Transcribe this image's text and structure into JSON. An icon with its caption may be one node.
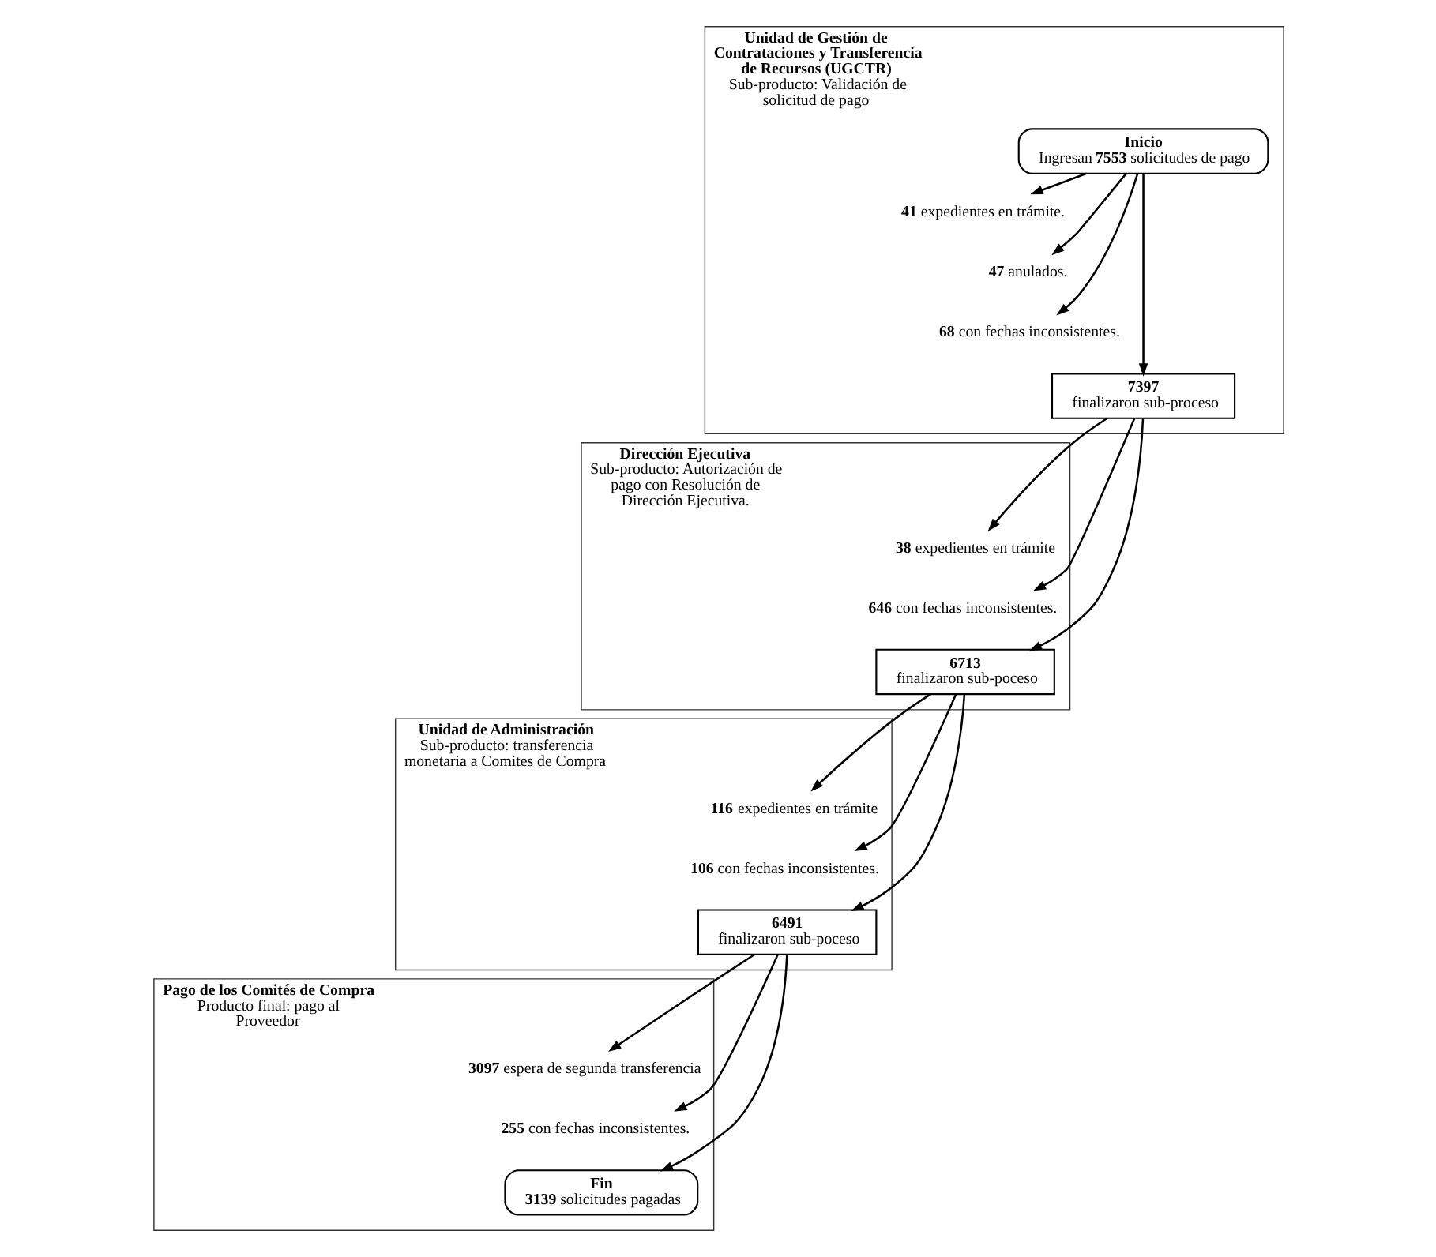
{
  "diagram": {
    "nodes": [
      {
        "text": [
          "Unidad de Gestión de Contrataciones y Transferencia de Recursos (UGCTR)",
          "Sub-producto: Validación de solicitud de pago"
        ]
      },
      {
        "text": [
          "Inicio",
          "Ingresan **7553** solicitudes de pago"
        ],
        "in": 0
      },
      {
        "text": [
          "**41** expedientes en trámite."
        ],
        "in": 0
      },
      {
        "text": [
          "**47** anulados."
        ],
        "in": 0
      },
      {
        "text": [
          "**68** con fechas inconsistentes."
        ],
        "in": 0
      },
      {
        "text": [
          "7397",
          "finalizaron sub-proceso"
        ],
        "in": 0
      },
      {
        "text": [
          "Dirección Ejecutiva",
          "Sub-producto: Autorización de pago con Resolución de Dirección Ejecutiva."
        ]
      },
      {
        "text": [
          "**38** expedientes en trámite"
        ],
        "in": 6
      },
      {
        "text": [
          "**646** con fechas inconsistentes."
        ],
        "in": 6
      },
      {
        "text": [
          "6713",
          "finalizaron sub-poceso"
        ],
        "in": 6
      },
      {
        "text": [
          "Unidad de Administración",
          "Sub-producto: transferencia monetaria a Comites de Compra"
        ]
      },
      {
        "text": [
          "**116** expedientes en trámite"
        ],
        "in": 10
      },
      {
        "text": [
          "**106** con fechas inconsistentes."
        ],
        "in": 10
      },
      {
        "text": [
          "6491",
          "finalizaron sub-poceso"
        ],
        "in": 10
      },
      {
        "text": [
          "Pago de los Comités de Compra",
          "Producto final: pago al Proveedor"
        ]
      },
      {
        "text": [
          "**3097** espera de segunda transferencia"
        ],
        "in": 14
      },
      {
        "text": [
          "**255** con fechas inconsistentes."
        ],
        "in": 14
      },
      {
        "text": [
          "Fin",
          "**3139** solicitudes pagadas"
        ],
        "in": 14
      }
    ],
    "edges": [
      {
        "from": 1,
        "to": 2,
        "arrow": "to"
      },
      {
        "from": 1,
        "to": 3,
        "arrow": "to"
      },
      {
        "from": 1,
        "to": 4,
        "arrow": "to"
      },
      {
        "from": 1,
        "to": 5,
        "arrow": "to"
      },
      {
        "from": 5,
        "to": 7,
        "arrow": "to"
      },
      {
        "from": 5,
        "to": 8,
        "arrow": "to"
      },
      {
        "from": 5,
        "to": 9,
        "arrow": "to"
      },
      {
        "from": 9,
        "to": 11,
        "arrow": "to"
      },
      {
        "from": 9,
        "to": 12,
        "arrow": "to"
      },
      {
        "from": 9,
        "to": 13,
        "arrow": "to"
      },
      {
        "from": 13,
        "to": 15,
        "arrow": "to"
      },
      {
        "from": 13,
        "to": 16,
        "arrow": "to"
      },
      {
        "from": 13,
        "to": 17,
        "arrow": "to"
      }
    ]
  }
}
